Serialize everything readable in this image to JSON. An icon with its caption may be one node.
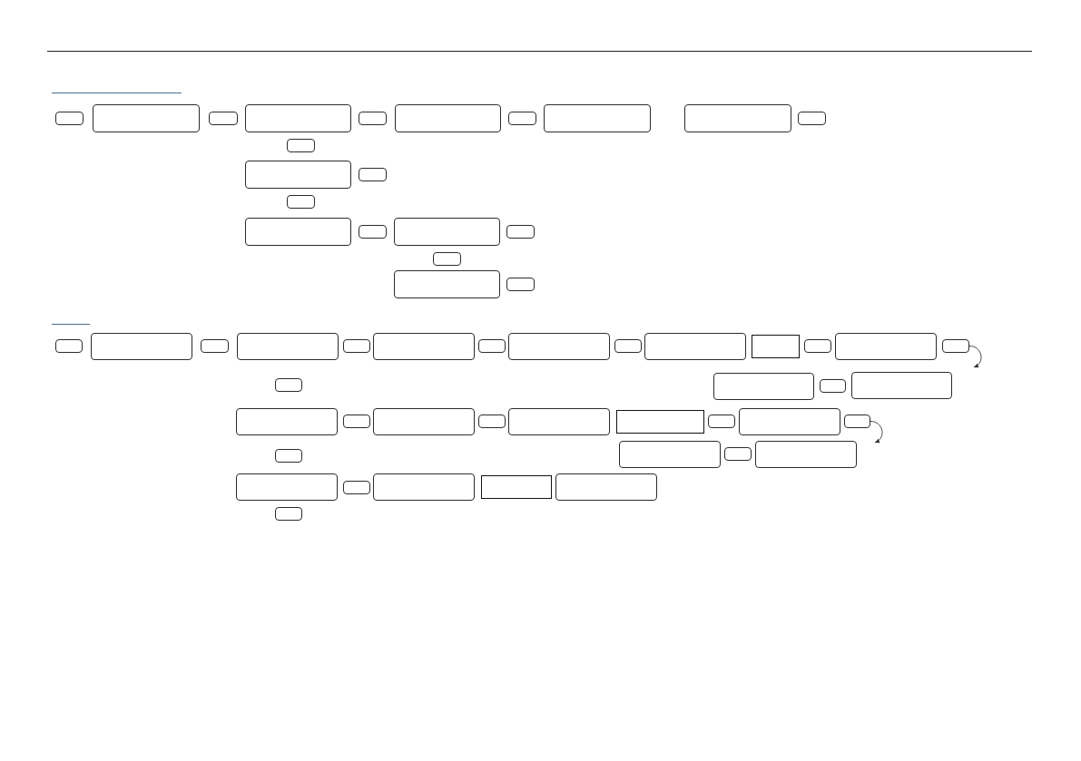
{
  "diagram": {
    "nodes": [
      {
        "text": [],
        "shape": "button"
      },
      {
        "text": [],
        "shape": "box"
      },
      {
        "text": [],
        "shape": "button"
      },
      {
        "text": [],
        "shape": "box"
      },
      {
        "text": [],
        "shape": "button"
      },
      {
        "text": [],
        "shape": "box"
      },
      {
        "text": [],
        "shape": "button"
      },
      {
        "text": [],
        "shape": "box"
      },
      {
        "text": [],
        "shape": "box"
      },
      {
        "text": [],
        "shape": "button"
      },
      {
        "text": [],
        "shape": "button"
      },
      {
        "text": [],
        "shape": "box"
      },
      {
        "text": [],
        "shape": "button"
      },
      {
        "text": [],
        "shape": "button"
      },
      {
        "text": [],
        "shape": "box"
      },
      {
        "text": [],
        "shape": "button"
      },
      {
        "text": [],
        "shape": "box"
      },
      {
        "text": [],
        "shape": "button"
      },
      {
        "text": [],
        "shape": "button"
      },
      {
        "text": [],
        "shape": "box"
      },
      {
        "text": [],
        "shape": "button"
      },
      {
        "text": [],
        "shape": "button"
      },
      {
        "text": [],
        "shape": "box"
      },
      {
        "text": [],
        "shape": "button"
      },
      {
        "text": [],
        "shape": "box"
      },
      {
        "text": [],
        "shape": "button"
      },
      {
        "text": [],
        "shape": "box"
      },
      {
        "text": [],
        "shape": "button"
      },
      {
        "text": [],
        "shape": "box"
      },
      {
        "text": [],
        "shape": "button"
      },
      {
        "text": [],
        "shape": "box"
      },
      {
        "text": [],
        "shape": "rectangle"
      },
      {
        "text": [],
        "shape": "button"
      },
      {
        "text": [],
        "shape": "box"
      },
      {
        "text": [],
        "shape": "button"
      },
      {
        "text": [],
        "shape": "button"
      },
      {
        "text": [],
        "shape": "box"
      },
      {
        "text": [],
        "shape": "button"
      },
      {
        "text": [],
        "shape": "box"
      },
      {
        "text": [],
        "shape": "box"
      },
      {
        "text": [],
        "shape": "button"
      },
      {
        "text": [],
        "shape": "box"
      },
      {
        "text": [],
        "shape": "button"
      },
      {
        "text": [],
        "shape": "box"
      },
      {
        "text": [],
        "shape": "rectangle"
      },
      {
        "text": [],
        "shape": "button"
      },
      {
        "text": [],
        "shape": "box"
      },
      {
        "text": [],
        "shape": "button"
      },
      {
        "text": [],
        "shape": "button"
      },
      {
        "text": [],
        "shape": "box"
      },
      {
        "text": [],
        "shape": "button"
      },
      {
        "text": [],
        "shape": "box"
      },
      {
        "text": [],
        "shape": "box"
      },
      {
        "text": [],
        "shape": "button"
      },
      {
        "text": [],
        "shape": "box"
      },
      {
        "text": [],
        "shape": "rectangle"
      },
      {
        "text": [],
        "shape": "box"
      },
      {
        "text": [],
        "shape": "button"
      }
    ],
    "edges": [
      {
        "from": 34,
        "to": null,
        "arrow": "to"
      },
      {
        "from": 47,
        "to": null,
        "arrow": "to"
      }
    ]
  }
}
